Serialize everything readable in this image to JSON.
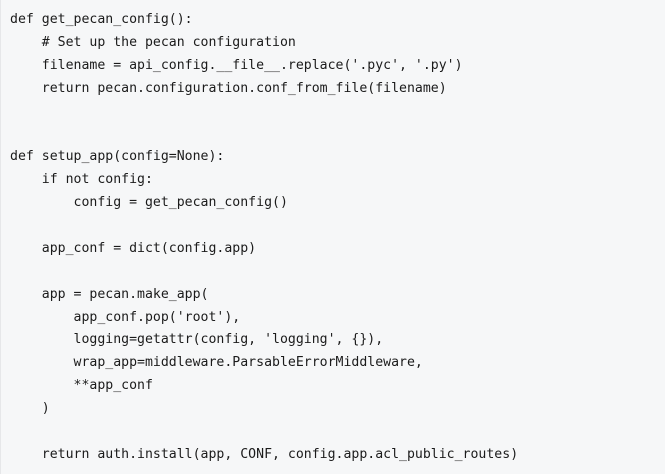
{
  "code": {
    "language": "python",
    "lines": [
      "def get_pecan_config():",
      "    # Set up the pecan configuration",
      "    filename = api_config.__file__.replace('.pyc', '.py')",
      "    return pecan.configuration.conf_from_file(filename)",
      "",
      "",
      "def setup_app(config=None):",
      "    if not config:",
      "        config = get_pecan_config()",
      "",
      "    app_conf = dict(config.app)",
      "",
      "    app = pecan.make_app(",
      "        app_conf.pop('root'),",
      "        logging=getattr(config, 'logging', {}),",
      "        wrap_app=middleware.ParsableErrorMiddleware,",
      "        **app_conf",
      "    )",
      "",
      "    return auth.install(app, CONF, config.app.acl_public_routes)"
    ]
  }
}
